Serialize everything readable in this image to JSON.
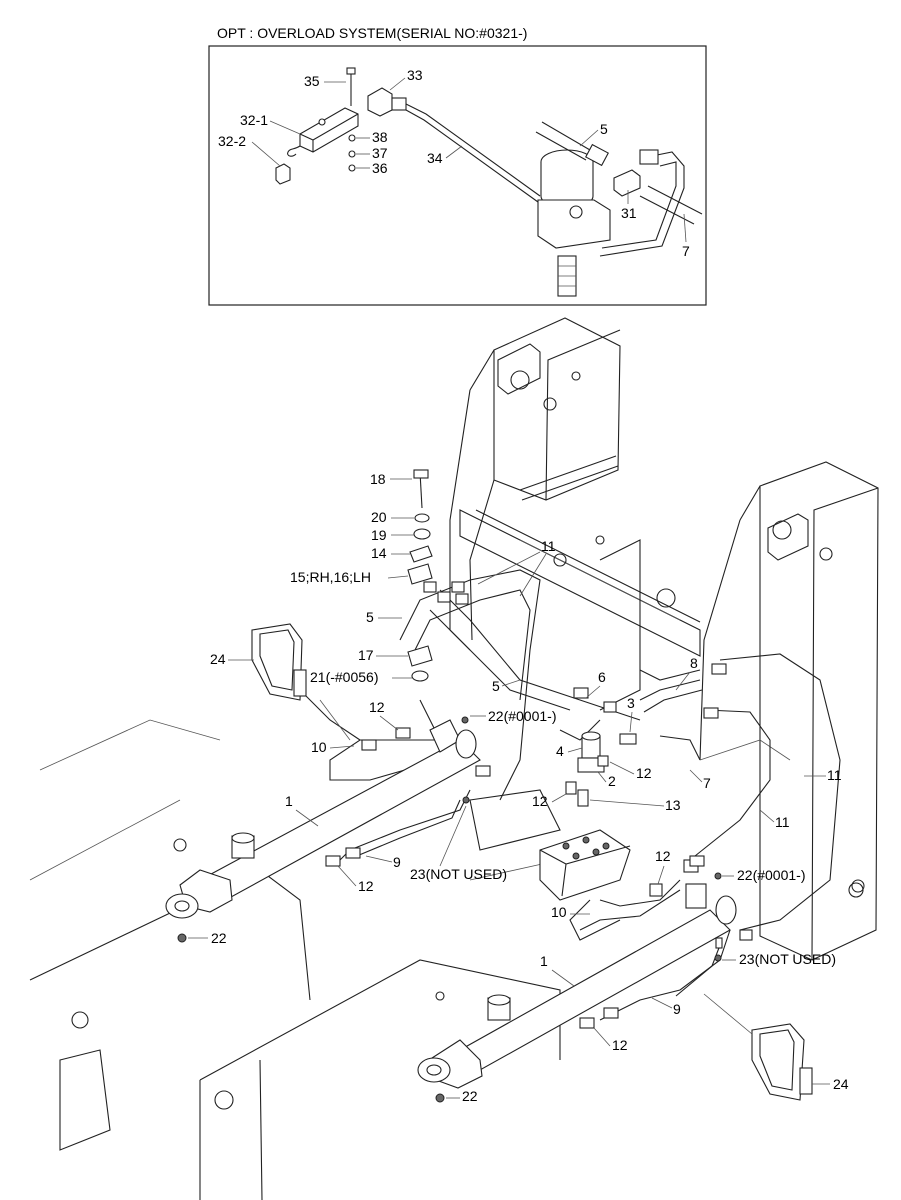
{
  "inset": {
    "title": "OPT : OVERLOAD SYSTEM(SERIAL NO:#0321-)",
    "labels": {
      "l35": "35",
      "l33": "33",
      "l32_1": "32-1",
      "l32_2": "32-2",
      "l38": "38",
      "l37": "37",
      "l36": "36",
      "l34": "34",
      "l5": "5",
      "l31": "31",
      "l7": "7"
    }
  },
  "main": {
    "labels": {
      "l18": "18",
      "l20": "20",
      "l19": "19",
      "l14": "14",
      "l11a": "11",
      "l15": "15;RH,16;LH",
      "l5a": "5",
      "l24a": "24",
      "l17": "17",
      "l21": "21(-#0056)",
      "l5b": "5",
      "l8": "8",
      "l6": "6",
      "l3": "3",
      "l12a": "12",
      "l22a": "22(#0001-)",
      "l10a": "10",
      "l4": "4",
      "l2": "2",
      "l12b": "12",
      "l11b": "11",
      "l1a": "1",
      "l12c": "12",
      "l13": "13",
      "l11c": "11",
      "l7": "7",
      "l9a": "9",
      "l12d": "12",
      "l23a": "23(NOT USED)",
      "l12e": "12",
      "l22b": "22(#0001-)",
      "l22c": "22",
      "l10b": "10",
      "l23b": "23(NOT USED)",
      "l1b": "1",
      "l9b": "9",
      "l12f": "12",
      "l24b": "24",
      "l22d": "22"
    }
  }
}
